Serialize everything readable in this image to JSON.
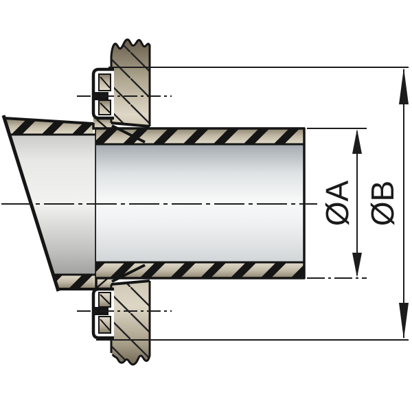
{
  "diagram": {
    "title": "pipe-through-wall-section",
    "dimension_labels": {
      "a": "ØA",
      "b": "ØB"
    },
    "colors": {
      "line": "#151515",
      "material_tan_dark": "#6b6150",
      "material_tan_light": "#e2dccb",
      "metal_light": "#f7f8f8",
      "metal_dark": "#7e858c",
      "background": "#ffffff"
    }
  }
}
